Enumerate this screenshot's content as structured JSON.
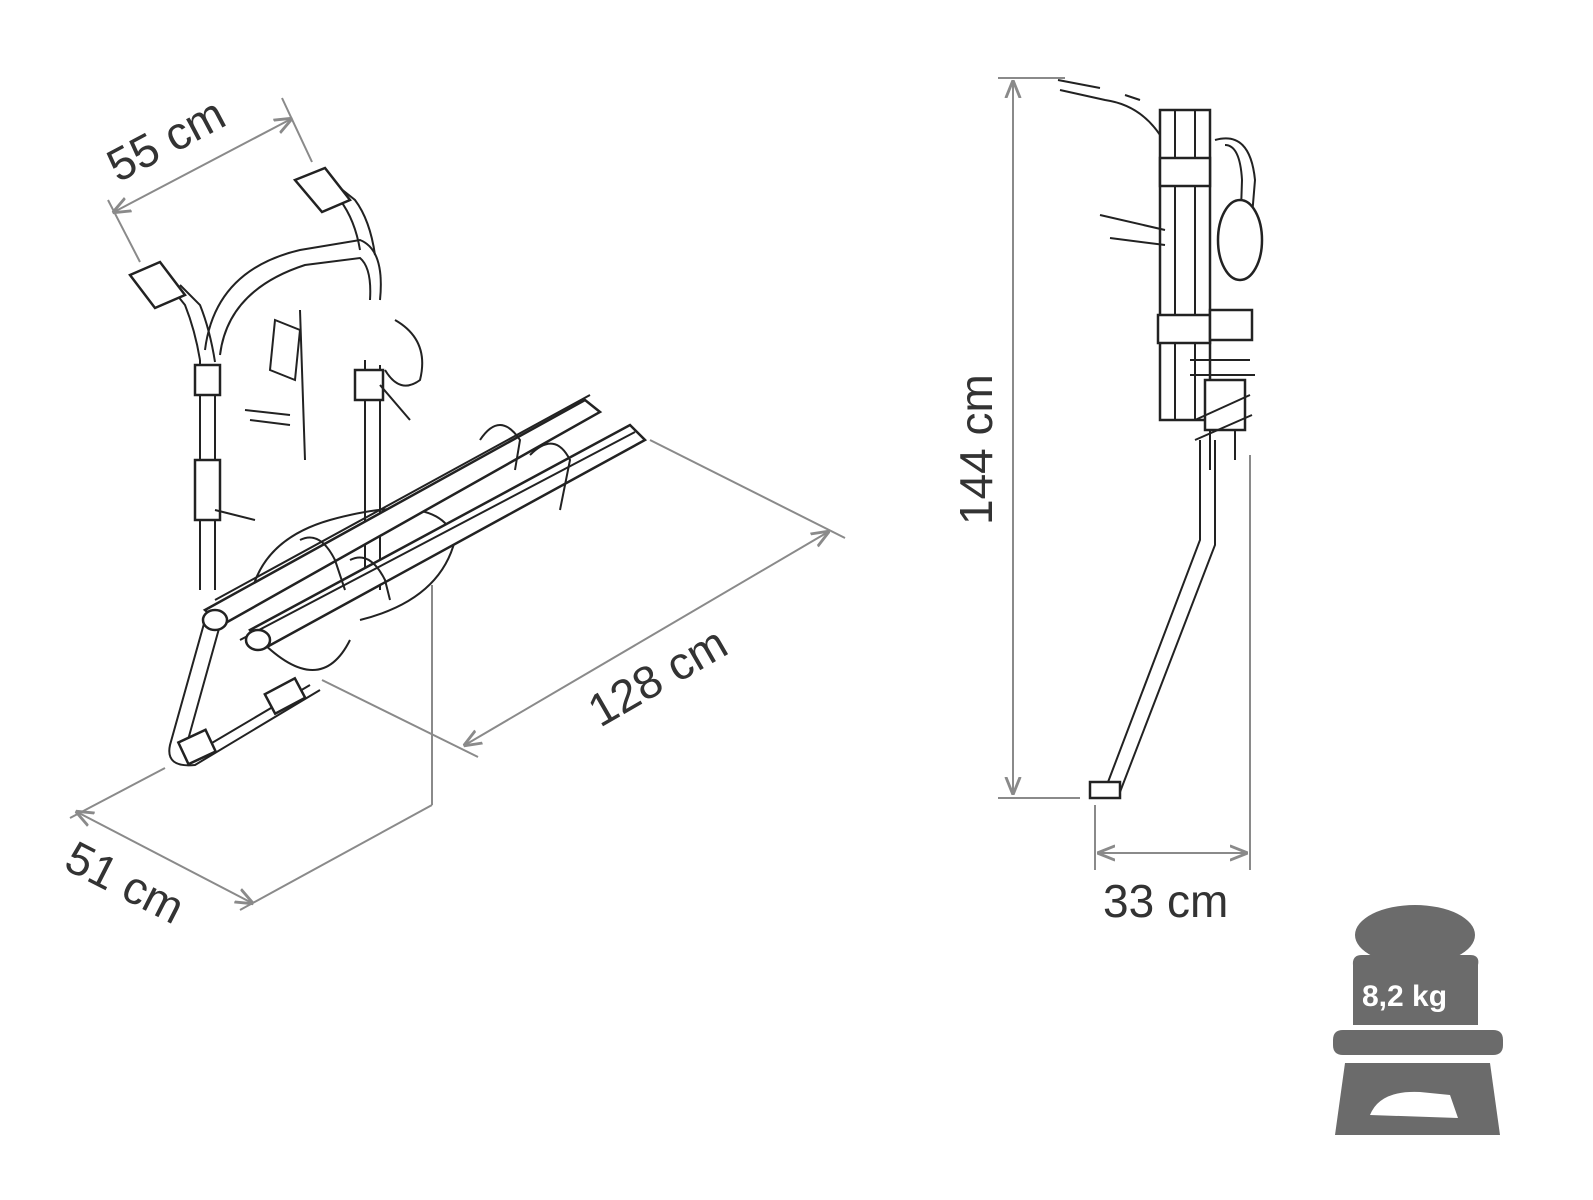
{
  "dimensions": {
    "width_top": "55 cm",
    "length": "128 cm",
    "depth_base": "51 cm",
    "height": "144 cm",
    "depth_side": "33 cm"
  },
  "weight": {
    "label": "8,2 kg",
    "color": "#6b6b6b"
  }
}
